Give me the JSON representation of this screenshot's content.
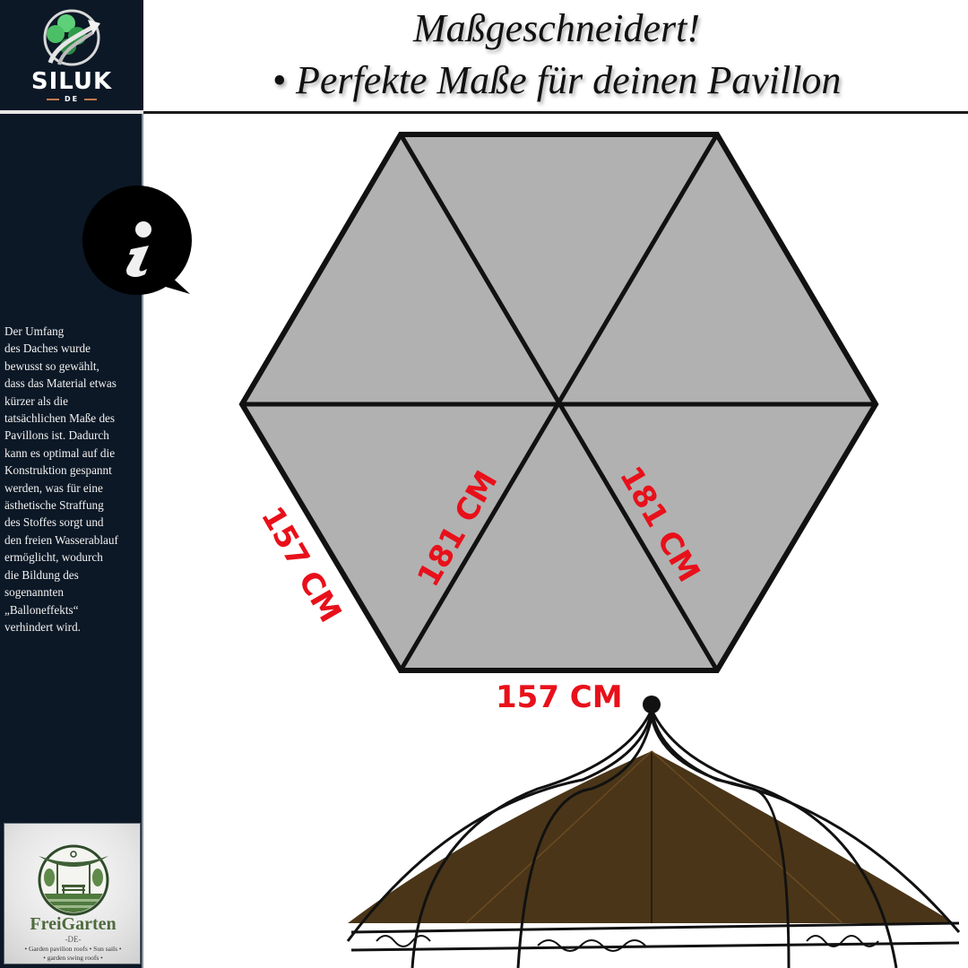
{
  "brand": {
    "name": "SILUK",
    "sub": "DE"
  },
  "header": {
    "line1": "Maßgeschneidert!",
    "line2": "• Perfekte Maße für deinen Pavillon"
  },
  "info": {
    "icon": "info-icon",
    "text": "Der Umfang\ndes Daches wurde\nbewusst so gewählt,\ndass das Material etwas\n kürzer als die\ntatsächlichen Maße des\nPavillons ist. Dadurch\nkann es optimal auf die\nKonstruktion gespannt\nwerden, was für eine\nästhetische Straffung\ndes Stoffes sorgt und\nden freien Wasserablauf\nermöglicht, wodurch\ndie Bildung des\nsogenannten\n„Balloneffekts“\nverhindert wird."
  },
  "partner": {
    "name": "FreiGarten",
    "sub": "-DE-",
    "tagline1": "• Garden pavilion roofs • Sun sails •",
    "tagline2": "• garden swing roofs •"
  },
  "diagram": {
    "shape": "hexagon",
    "fill_color": "#b1b1b1",
    "label_color": "#e8101a",
    "labels": {
      "side_left": "157 CM",
      "side_bottom": "157 CM",
      "radius_left": "181 CM",
      "radius_right": "181 CM"
    }
  },
  "illustration": {
    "subject": "gazebo-frame-with-brown-roof",
    "roof_color": "#4a3518"
  }
}
